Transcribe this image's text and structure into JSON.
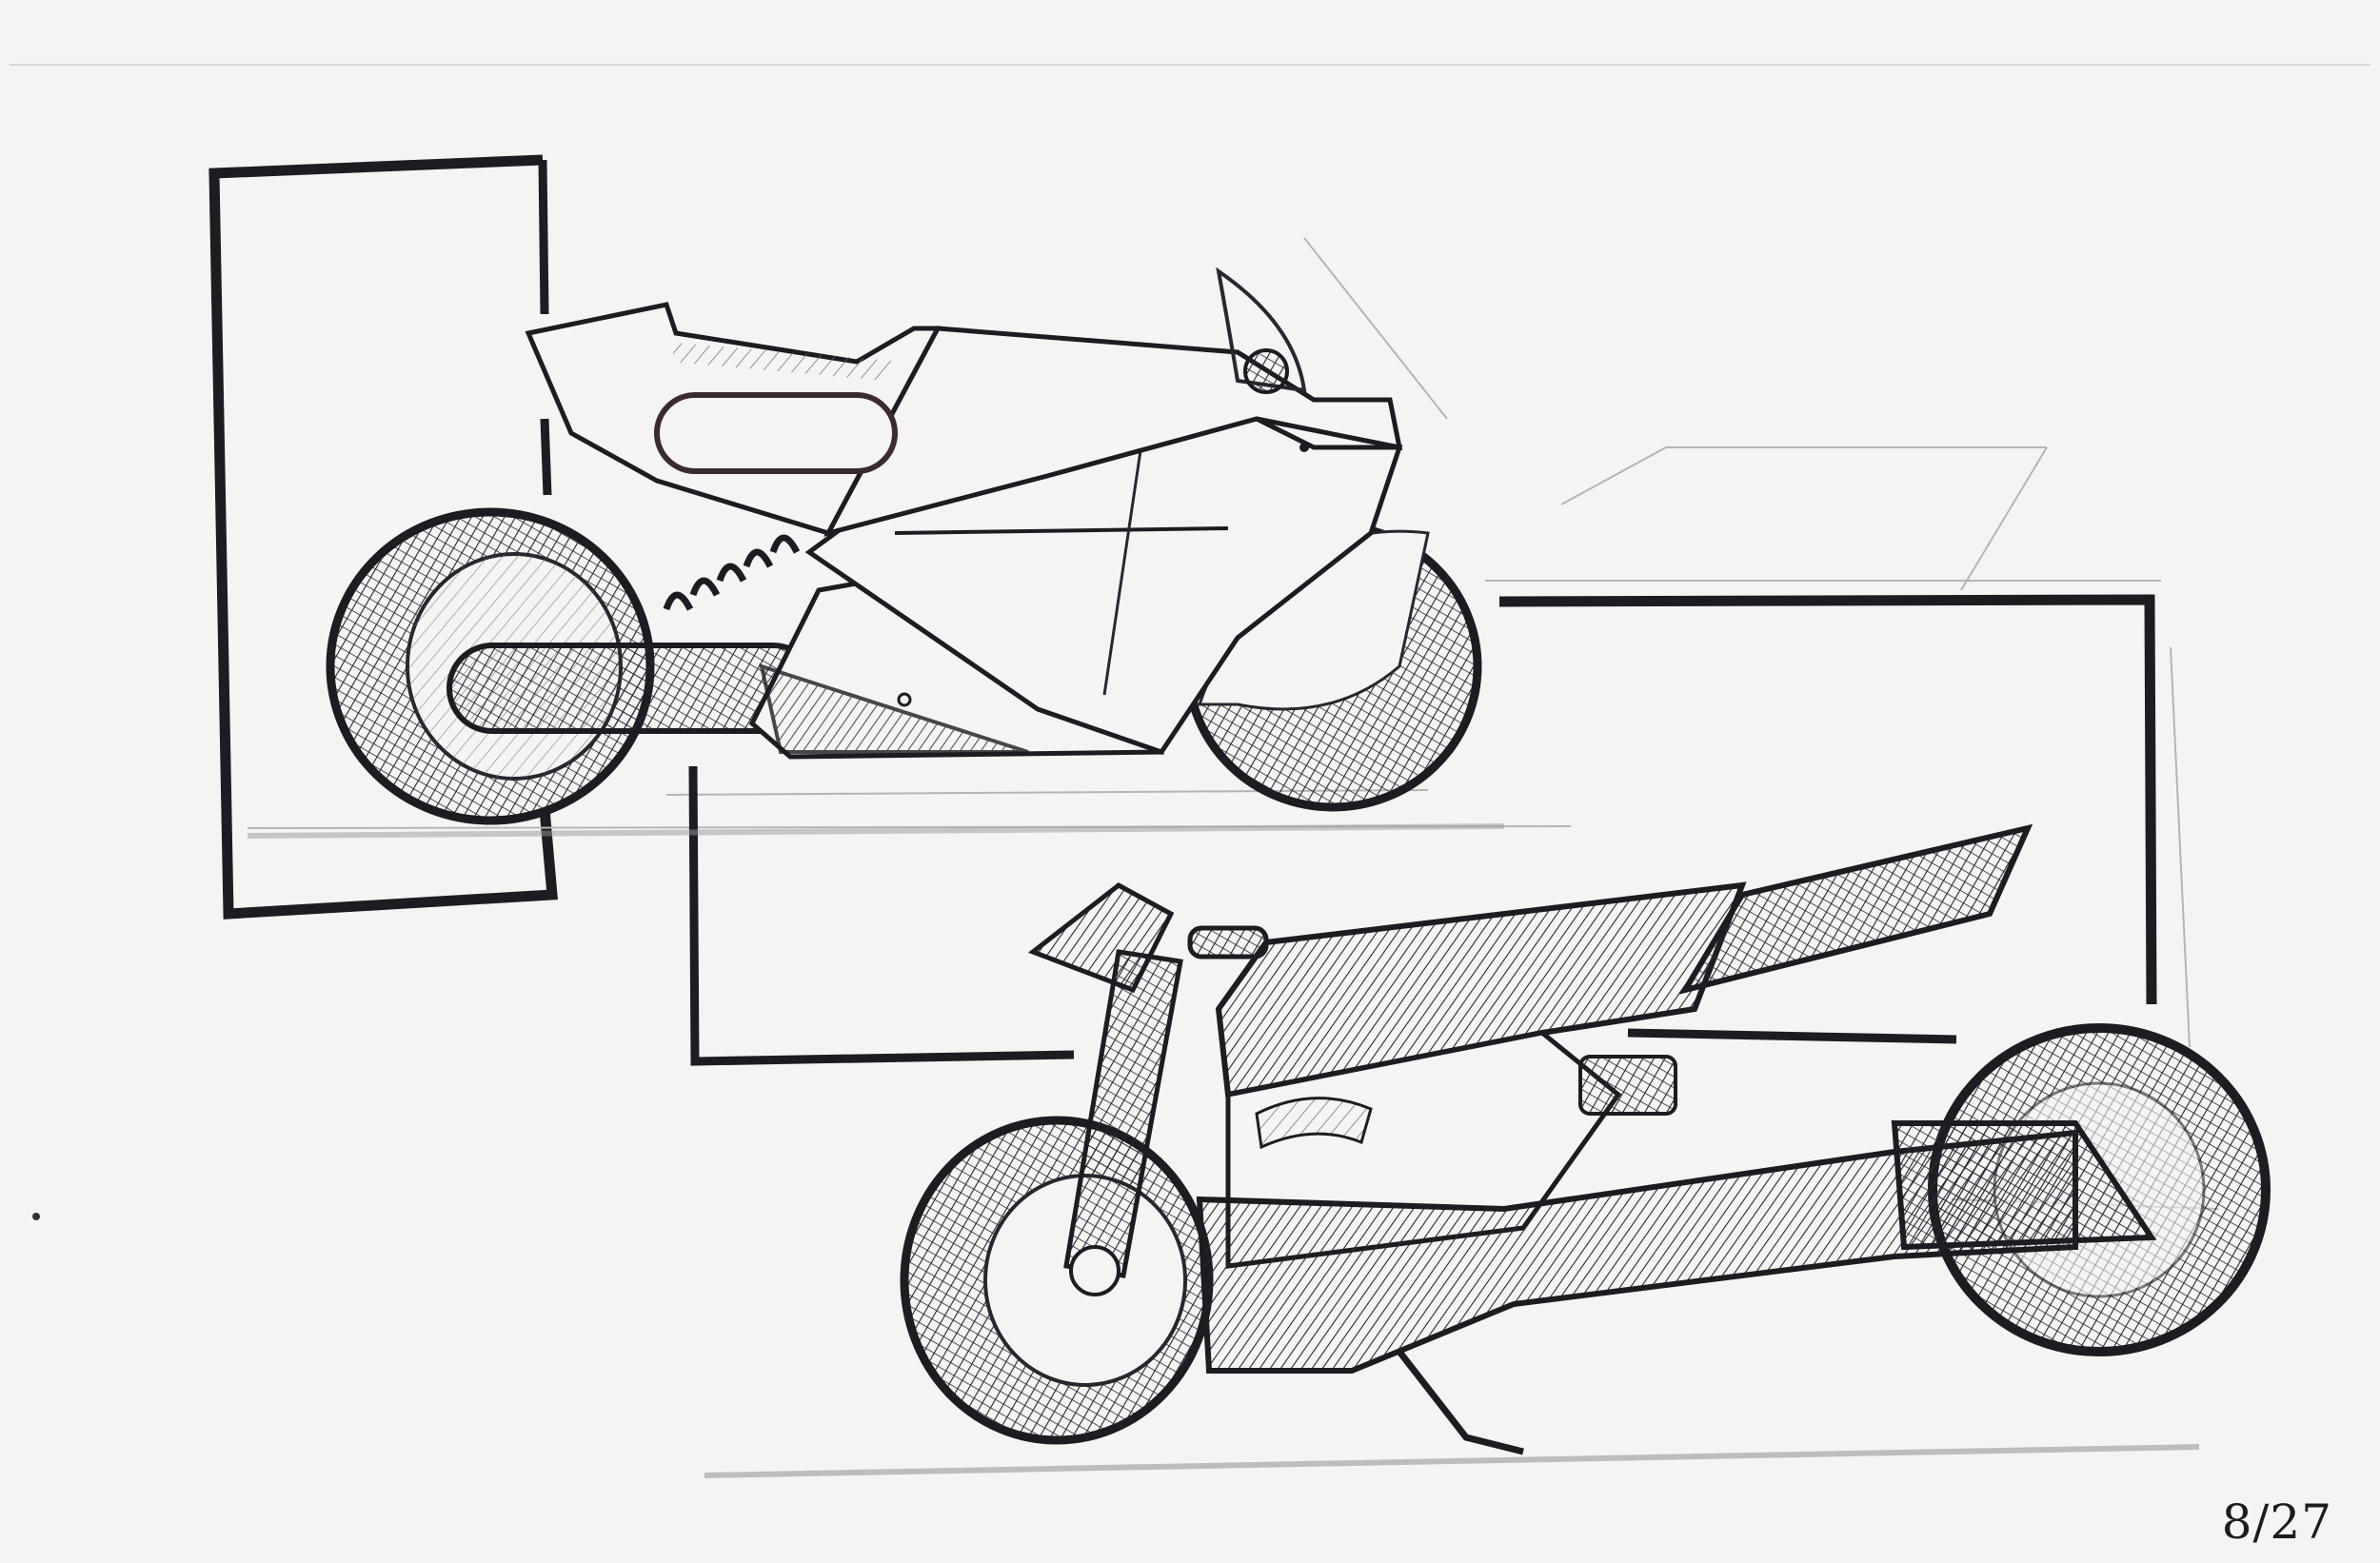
{
  "drawing": {
    "page_number": "8/27",
    "ink_color": "#1e1b22",
    "pencil_color": "#9a9a9a",
    "paper_color": "#f4f4f2",
    "subjects": [
      "motorcycle-sketch",
      "motorcycle-sketch"
    ]
  }
}
